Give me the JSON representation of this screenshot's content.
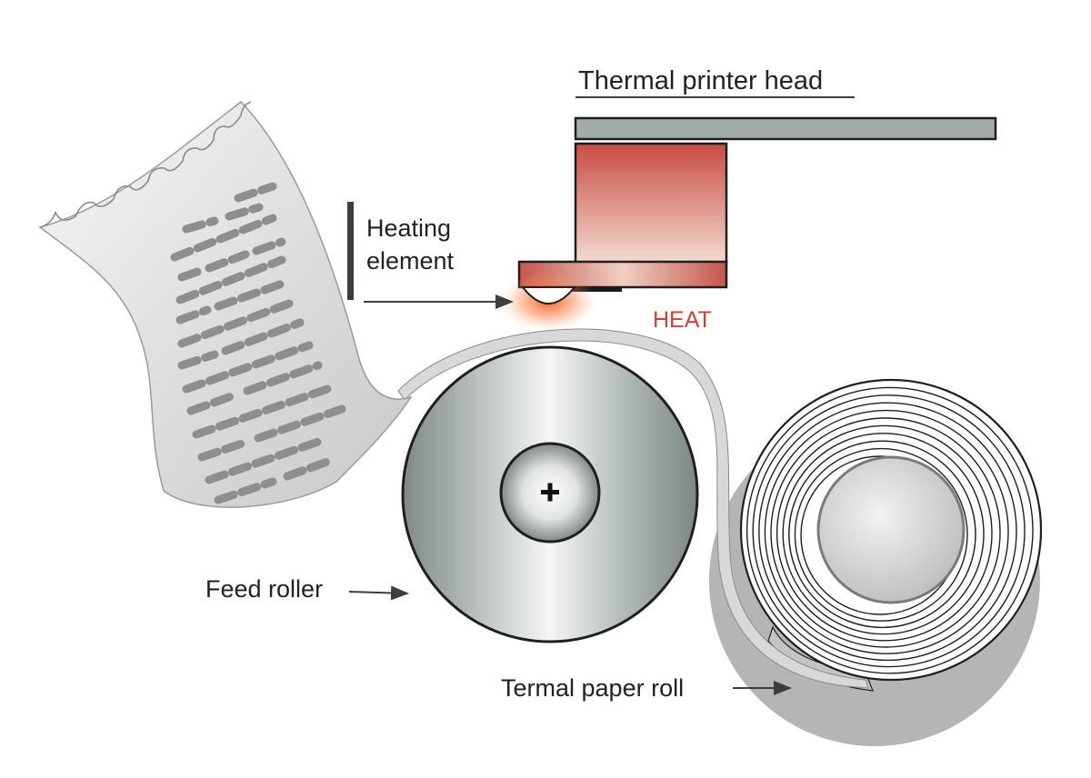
{
  "labels": {
    "printer_head": "Thermal printer head",
    "heating_element_line1": "Heating",
    "heating_element_line2": "element",
    "heat": "HEAT",
    "feed_roller": "Feed roller",
    "paper_roll": "Termal paper roll"
  },
  "colors": {
    "text": "#222222",
    "heat_text": "#d0422f",
    "head_bar": "#a3aba8",
    "head_block_top": "#c94c43",
    "head_block_bottom": "#f3dccf",
    "glow": "#ff5a1f",
    "metal_dark": "#7f8986",
    "metal_light": "#f4f6f5",
    "paper": "#e2e2e2",
    "print_lines": "#8c8f8e",
    "outline": "#1f1f1f"
  },
  "icons": [
    "plus-icon",
    "arrow-icon"
  ]
}
